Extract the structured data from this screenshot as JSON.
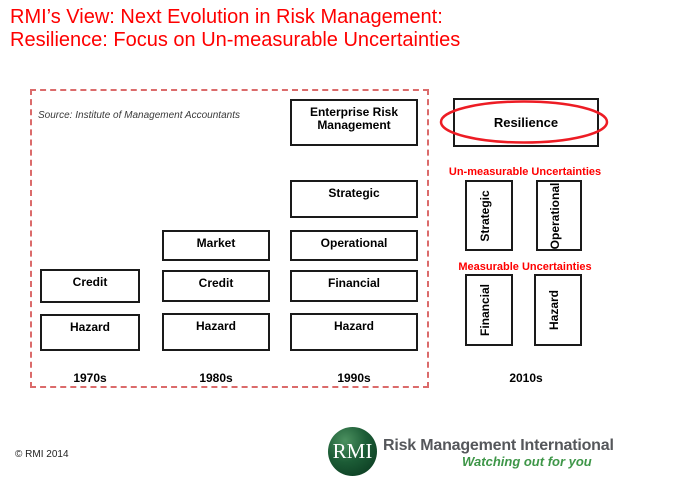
{
  "title": {
    "line1": "RMI’s View: Next Evolution in Risk Management:",
    "line2": "Resilience: Focus on Un-measurable Uncertainties"
  },
  "timeline": {
    "source_note": "Source: Institute of Management Accountants",
    "columns": [
      {
        "era": "1970s",
        "boxes": [
          "Credit",
          "Hazard"
        ]
      },
      {
        "era": "1980s",
        "boxes": [
          "Market",
          "Credit",
          "Hazard"
        ]
      },
      {
        "era": "1990s",
        "boxes": [
          "Enterprise Risk Management",
          "Strategic",
          "Operational",
          "Financial",
          "Hazard"
        ]
      }
    ]
  },
  "resilience": {
    "title": "Resilience",
    "era": "2010s",
    "unmeasurable_label": "Un-measurable Uncertainties",
    "unmeasurable_boxes": [
      "Strategic",
      "Operational"
    ],
    "measurable_label": "Measurable Uncertainties",
    "measurable_boxes": [
      "Financial",
      "Hazard"
    ]
  },
  "footer": {
    "copyright": "© RMI 2014",
    "logo_text": "RMI",
    "brand": "Risk Management International",
    "tagline": "Watching out for you"
  },
  "palette": {
    "title_red": "#fe0000",
    "dashed_border_red": "#db6b6b",
    "ellipse_red": "#ed1c24",
    "box_border": "#1a1a1a",
    "brand_gray": "#55575b",
    "brand_green": "#3e9648",
    "logo_green_dark": "#07331c",
    "logo_green_light": "#4c9160"
  }
}
